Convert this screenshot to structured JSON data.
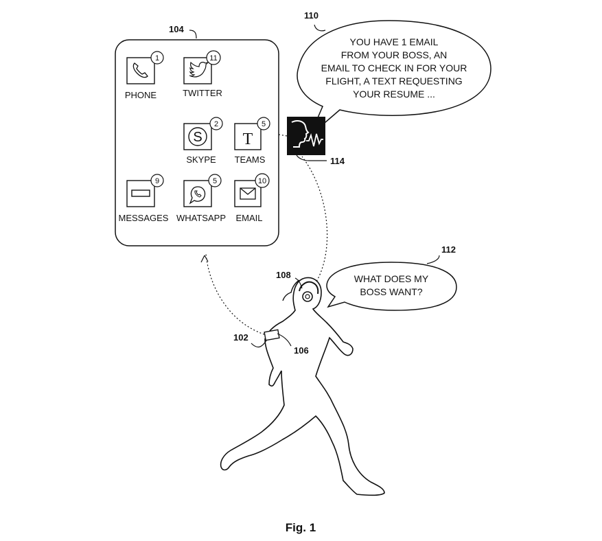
{
  "figure": {
    "caption": "Fig. 1"
  },
  "refs": {
    "screen": "104",
    "reply_bubble": "110",
    "assistant_icon": "114",
    "question_bubble": "112",
    "headphones": "108",
    "device": "102",
    "armband": "106"
  },
  "apps": [
    {
      "label": "PHONE",
      "count": "1",
      "icon": "phone-icon"
    },
    {
      "label": "TWITTER",
      "count": "11",
      "icon": "bird-icon"
    },
    {
      "label": "SKYPE",
      "count": "2",
      "icon": "skype-icon"
    },
    {
      "label": "TEAMS",
      "count": "5",
      "icon": "teams-icon"
    },
    {
      "label": "MESSAGES",
      "count": "9",
      "icon": "message-icon"
    },
    {
      "label": "WHATSAPP",
      "count": "5",
      "icon": "whatsapp-icon"
    },
    {
      "label": "EMAIL",
      "count": "10",
      "icon": "email-icon"
    }
  ],
  "reply_bubble": {
    "lines": [
      "YOU HAVE 1 EMAIL",
      "FROM YOUR BOSS, AN",
      "EMAIL TO CHECK IN FOR YOUR",
      "FLIGHT, A TEXT REQUESTING",
      "YOUR RESUME ..."
    ]
  },
  "question_bubble": {
    "lines": [
      "WHAT DOES MY",
      "BOSS WANT?"
    ]
  }
}
